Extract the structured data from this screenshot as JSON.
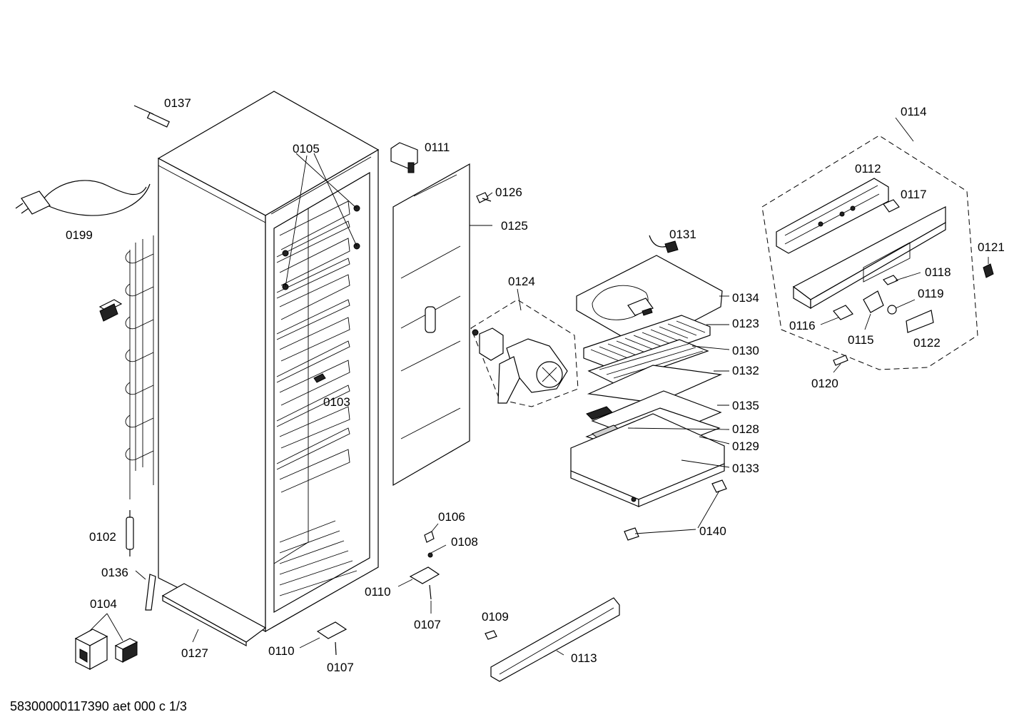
{
  "labels": {
    "l0137": "0137",
    "l0105": "0105",
    "l0111": "0111",
    "l0114": "0114",
    "l0112": "0112",
    "l0117": "0117",
    "l0126": "0126",
    "l0199": "0199",
    "l0125": "0125",
    "l0131": "0131",
    "l0121": "0121",
    "l0118": "0118",
    "l0124": "0124",
    "l0134": "0134",
    "l0119": "0119",
    "l0116": "0116",
    "l0115": "0115",
    "l0123": "0123",
    "l0122": "0122",
    "l0130": "0130",
    "l0132": "0132",
    "l0120": "0120",
    "l0103": "0103",
    "l0135": "0135",
    "l0128": "0128",
    "l0129": "0129",
    "l0133": "0133",
    "l0106": "0106",
    "l0140": "0140",
    "l0102": "0102",
    "l0108": "0108",
    "l0136": "0136",
    "l0110a": "0110",
    "l0104": "0104",
    "l0107a": "0107",
    "l0109": "0109",
    "l0113": "0113",
    "l0110b": "0110",
    "l0127": "0127",
    "l0107b": "0107"
  },
  "footer": "58300000117390 aet 000 c 1/3"
}
